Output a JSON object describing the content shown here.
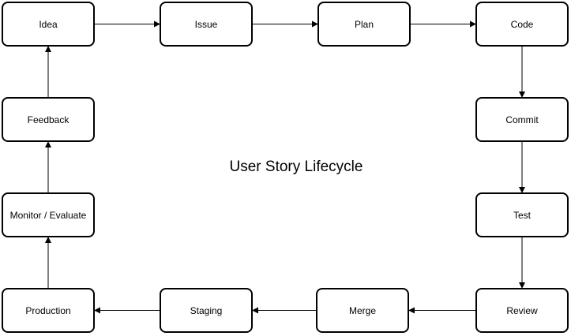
{
  "title": "User Story Lifecycle",
  "nodes": [
    {
      "id": "idea",
      "label": "Idea"
    },
    {
      "id": "issue",
      "label": "Issue"
    },
    {
      "id": "plan",
      "label": "Plan"
    },
    {
      "id": "code",
      "label": "Code"
    },
    {
      "id": "commit",
      "label": "Commit"
    },
    {
      "id": "test",
      "label": "Test"
    },
    {
      "id": "review",
      "label": "Review"
    },
    {
      "id": "merge",
      "label": "Merge"
    },
    {
      "id": "staging",
      "label": "Staging"
    },
    {
      "id": "production",
      "label": "Production"
    },
    {
      "id": "monitor",
      "label": "Monitor / Evaluate"
    },
    {
      "id": "feedback",
      "label": "Feedback"
    }
  ],
  "edges": [
    {
      "from": "idea",
      "to": "issue"
    },
    {
      "from": "issue",
      "to": "plan"
    },
    {
      "from": "plan",
      "to": "code"
    },
    {
      "from": "code",
      "to": "commit"
    },
    {
      "from": "commit",
      "to": "test"
    },
    {
      "from": "test",
      "to": "review"
    },
    {
      "from": "review",
      "to": "merge"
    },
    {
      "from": "merge",
      "to": "staging"
    },
    {
      "from": "staging",
      "to": "production"
    },
    {
      "from": "production",
      "to": "monitor"
    },
    {
      "from": "monitor",
      "to": "feedback"
    },
    {
      "from": "feedback",
      "to": "idea"
    }
  ],
  "colors": {
    "stroke": "#000000",
    "fill": "#ffffff",
    "text": "#000000"
  }
}
